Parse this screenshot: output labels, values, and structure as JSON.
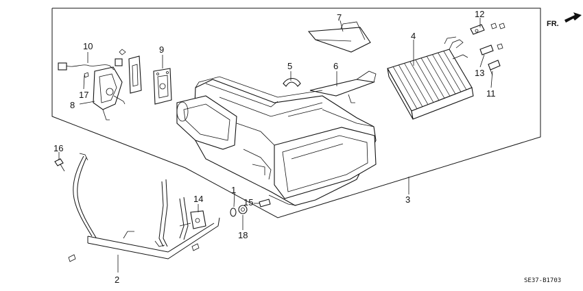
{
  "diagram": {
    "direction_label": "FR.",
    "drawing_code": "SE37-B1703",
    "callouts": [
      {
        "id": "c1",
        "text": "1"
      },
      {
        "id": "c2",
        "text": "2"
      },
      {
        "id": "c3",
        "text": "3"
      },
      {
        "id": "c4",
        "text": "4"
      },
      {
        "id": "c5",
        "text": "5"
      },
      {
        "id": "c6",
        "text": "6"
      },
      {
        "id": "c7",
        "text": "7"
      },
      {
        "id": "c8",
        "text": "8"
      },
      {
        "id": "c9",
        "text": "9"
      },
      {
        "id": "c10",
        "text": "10"
      },
      {
        "id": "c11",
        "text": "11"
      },
      {
        "id": "c12",
        "text": "12"
      },
      {
        "id": "c13",
        "text": "13"
      },
      {
        "id": "c14",
        "text": "14"
      },
      {
        "id": "c15",
        "text": "15"
      },
      {
        "id": "c16",
        "text": "16"
      },
      {
        "id": "c17",
        "text": "17"
      },
      {
        "id": "c18",
        "text": "18"
      }
    ]
  }
}
